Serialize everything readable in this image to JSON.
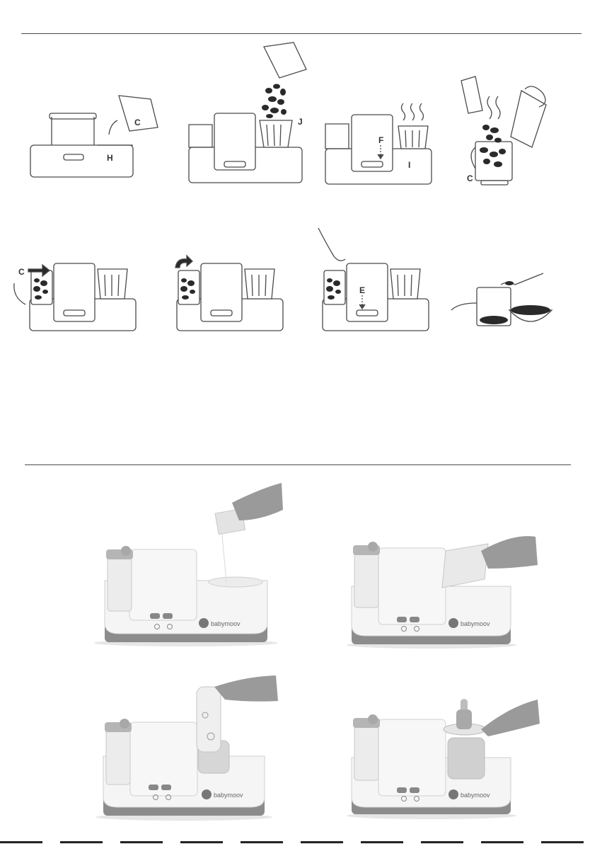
{
  "labels": {
    "step1_C": "C",
    "step1_H": "H",
    "step2_J": "J",
    "step3_F": "F",
    "step3_I": "I",
    "step4_C": "C",
    "step5_C": "C",
    "step7_E": "E"
  },
  "brand": "babymoov",
  "icons": {
    "step_arrow": "curved-arrow-icon",
    "steam": "steam-icon",
    "spoon": "spoon-icon"
  },
  "colors": {
    "line": "#4a4a4a",
    "food": "#2a2a2a",
    "body_fill": "#f2f2f2",
    "base_grey": "#8c8c8c"
  }
}
